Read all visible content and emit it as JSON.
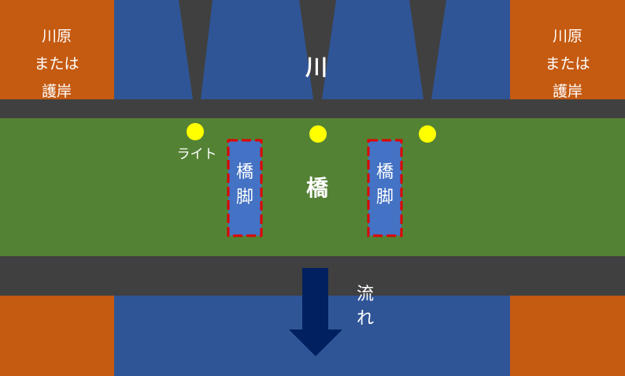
{
  "colors": {
    "bank": "#c55a11",
    "water": "#2f5597",
    "road": "#404040",
    "bridge_deck": "#548235",
    "pier_fill": "#4472c4",
    "pier_outline": "#e00000",
    "light": "#ffff00",
    "arrow": "#002060",
    "text": "#ffffff"
  },
  "labels": {
    "river": "川",
    "bridge": "橋",
    "light": "ライト",
    "pier": [
      "橋",
      "脚"
    ],
    "flow": [
      "流",
      "れ"
    ],
    "bank_left": [
      "川原",
      "または",
      "護岸"
    ],
    "bank_right": [
      "川原",
      "または",
      "護岸"
    ]
  }
}
